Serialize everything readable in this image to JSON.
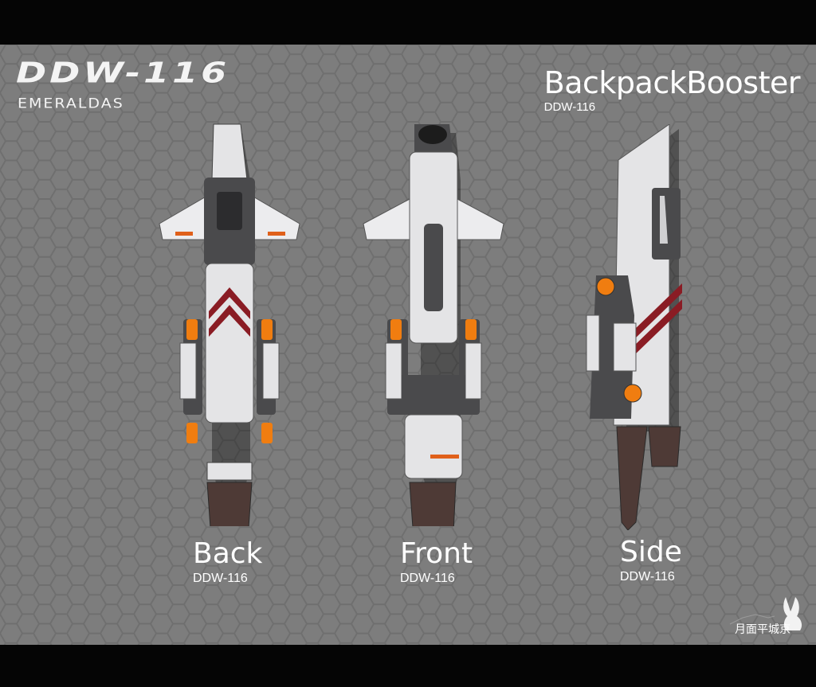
{
  "logo": {
    "title": "DDW-116",
    "subtitle": "EMERALDAS"
  },
  "heading": {
    "title": "BackpackBooster",
    "code": "DDW-116"
  },
  "views": [
    {
      "name": "Back",
      "code": "DDW-116"
    },
    {
      "name": "Front",
      "code": "DDW-116"
    },
    {
      "name": "Side",
      "code": "DDW-116"
    }
  ],
  "watermark": {
    "text": "月面平城京"
  },
  "colors": {
    "background": "#7d7d7d",
    "hull": "#e4e4e6",
    "panel_dark": "#4a4a4c",
    "nozzle": "#4e3a36",
    "accent_orange": "#f07d10",
    "stripe_red": "#8a1c24"
  }
}
